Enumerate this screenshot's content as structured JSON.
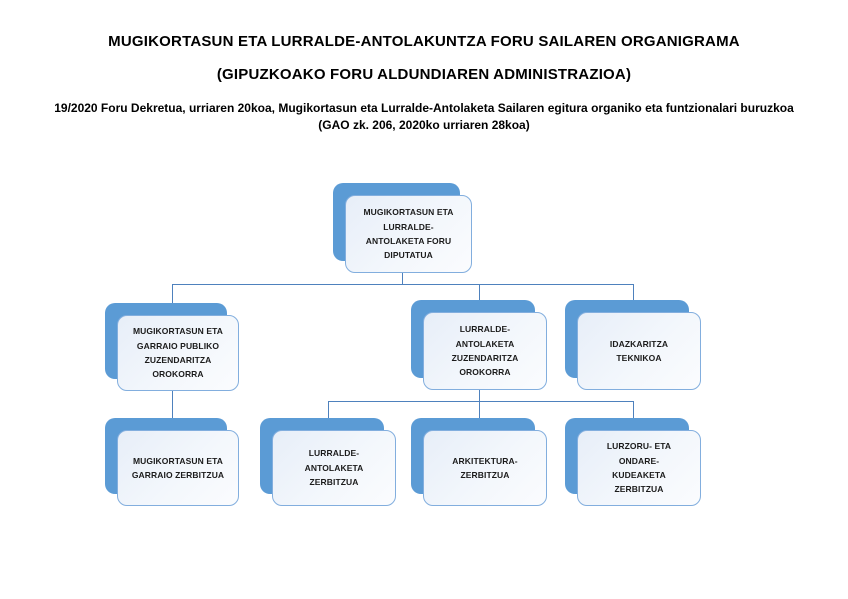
{
  "header": {
    "title_line1": "MUGIKORTASUN ETA LURRALDE-ANTOLAKUNTZA FORU SAILAREN ORGANIGRAMA",
    "title_line2": "(GIPUZKOAKO FORU ALDUNDIAREN ADMINISTRAZIOA)",
    "subtitle_line1": "19/2020 Foru Dekretua, urriaren 20koa, Mugikortasun eta Lurralde-Antolaketa Sailaren egitura organiko eta funtzionalari buruzkoa",
    "subtitle_line2": "(GAO zk. 206, 2020ko urriaren 28koa)"
  },
  "org_chart": {
    "type": "organigram",
    "root": {
      "label": "MUGIKORTASUN ETA LURRALDE-ANTOLAKETA FORU DIPUTATUA"
    },
    "level2": [
      {
        "label": "MUGIKORTASUN ETA GARRAIO PUBLIKO ZUZENDARITZA OROKORRA",
        "parent": "root"
      },
      {
        "label": "LURRALDE-ANTOLAKETA ZUZENDARITZA OROKORRA",
        "parent": "root"
      },
      {
        "label": "IDAZKARITZA TEKNIKOA",
        "parent": "root"
      }
    ],
    "level3": [
      {
        "label": "MUGIKORTASUN ETA GARRAIO ZERBITZUA",
        "parent": "MUGIKORTASUN ETA GARRAIO PUBLIKO ZUZENDARITZA OROKORRA"
      },
      {
        "label": "LURRALDE-ANTOLAKETA ZERBITZUA",
        "parent": "LURRALDE-ANTOLAKETA ZUZENDARITZA OROKORRA"
      },
      {
        "label": "ARKITEKTURA-ZERBITZUA",
        "parent": "LURRALDE-ANTOLAKETA ZUZENDARITZA OROKORRA"
      },
      {
        "label": "LURZORU- ETA ONDARE-KUDEAKETA ZERBITZUA",
        "parent": "LURRALDE-ANTOLAKETA ZUZENDARITZA OROKORRA"
      }
    ]
  },
  "colors": {
    "node_shadow_blue": "#5b9bd5",
    "node_border_blue": "#82aede",
    "node_fill_light": "#edf2fa",
    "connector_blue": "#4e81bd",
    "text_color": "#1b1b1b",
    "page_background": "#ffffff"
  }
}
